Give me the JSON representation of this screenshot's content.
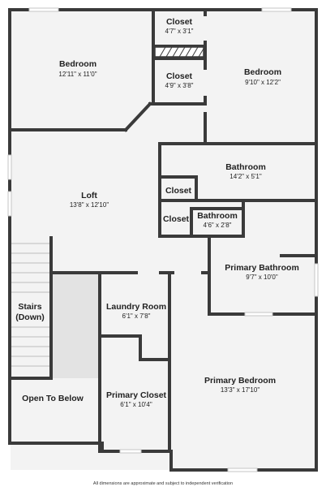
{
  "rooms": {
    "bedroom_left": {
      "name": "Bedroom",
      "dims": "12'11\" x 11'0\""
    },
    "closet_top": {
      "name": "Closet",
      "dims": "4'7\" x 3'1\""
    },
    "closet_mid": {
      "name": "Closet",
      "dims": "4'9\" x 3'8\""
    },
    "bedroom_right": {
      "name": "Bedroom",
      "dims": "9'10\" x 12'2\""
    },
    "bathroom_upper": {
      "name": "Bathroom",
      "dims": "14'2\" x 5'1\""
    },
    "closet_small_1": {
      "name": "Closet"
    },
    "closet_small_2": {
      "name": "Closet"
    },
    "bathroom_small": {
      "name": "Bathroom",
      "dims": "4'6\" x 2'8\""
    },
    "loft": {
      "name": "Loft",
      "dims": "13'8\" x 12'10\""
    },
    "primary_bathroom": {
      "name": "Primary Bathroom",
      "dims": "9'7\" x 10'0\""
    },
    "stairs": {
      "line1": "Stairs",
      "line2": "(Down)"
    },
    "laundry": {
      "name": "Laundry Room",
      "dims": "6'1\" x 7'8\""
    },
    "primary_bedroom": {
      "name": "Primary Bedroom",
      "dims": "13'3\" x 17'10\""
    },
    "primary_closet": {
      "name": "Primary Closet",
      "dims": "6'1\" x 10'4\""
    },
    "open_to_below": {
      "name": "Open To Below"
    }
  },
  "disclaimer": "All dimensions are approximate and subject to independent verification",
  "colors": {
    "wall": "#3a3a3a",
    "floor": "#f3f3f3",
    "open_area": "#e3e3e3",
    "window": "#c4c4c4"
  }
}
